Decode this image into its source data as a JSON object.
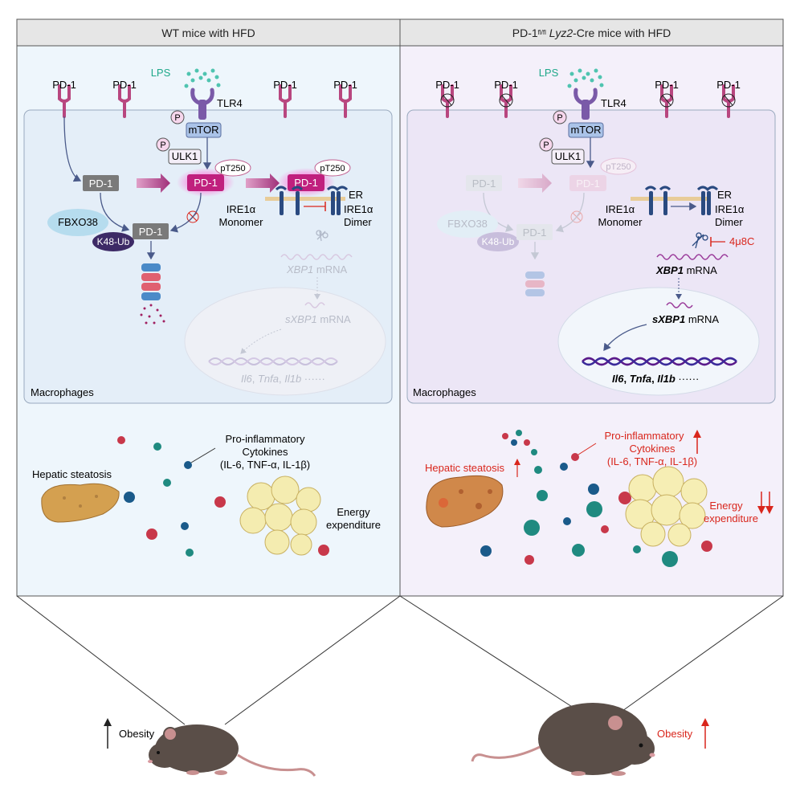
{
  "panels": {
    "left_title": "WT mice with HFD",
    "right_title_pre": "PD-1",
    "right_title_sup": "fl/fl",
    "right_title_gene": "Lyz2",
    "right_title_post": "-Cre mice with HFD"
  },
  "labels": {
    "pd1": "PD-1",
    "lps": "LPS",
    "tlr4": "TLR4",
    "p": "P",
    "mtor": "mTOR",
    "ulk1": "ULK1",
    "pt250": "pT250",
    "er": "ER",
    "ire1a": "IRE1α",
    "monomer": "Monomer",
    "dimer": "Dimer",
    "fbxo38": "FBXO38",
    "k48ub": "K48-Ub",
    "xbp1": "XBP1",
    "sxbp1": "sXBP1",
    "mrna": " mRNA",
    "il6": "Il6",
    "tnfa": "Tnfa",
    "il1b": "Il1b",
    "comma": ", ",
    "dots": " ······",
    "macrophages": "Macrophages",
    "inhibitor": "4μ8C",
    "pro_inflammatory": "Pro-inflammatory",
    "cytokines": "Cytokines",
    "cytokine_list": "(IL-6, TNF-α, IL-1β)",
    "hepatic_steatosis": "Hepatic steatosis",
    "energy": "Energy",
    "expenditure": "expenditure",
    "obesity": "Obesity"
  },
  "colors": {
    "left_bg": "#eef6fc",
    "right_bg": "#f4f0fa",
    "header_bg": "#e6e6e6",
    "pd1_magenta": "#b8467f",
    "teal": "#1fa88a",
    "red_text": "#d9261c",
    "dark_purple": "#3d2a66",
    "mtor_blue": "#aac3e8"
  }
}
